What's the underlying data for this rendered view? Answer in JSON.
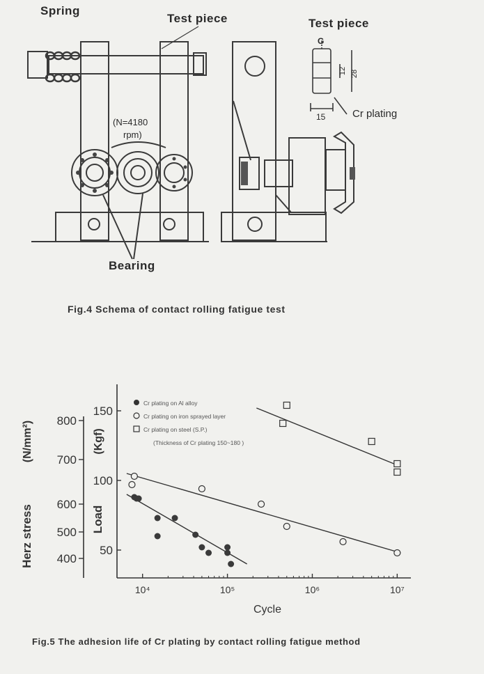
{
  "figure4": {
    "spring_label": "Spring",
    "test_piece_label": "Test piece",
    "test_piece_detail_label": "Test piece",
    "speed_label_line1": "(N=4180",
    "speed_label_line2": "rpm)",
    "bearing_label": "Bearing",
    "detail": {
      "g_label": "G",
      "dim_12": "12",
      "dim_28": "28",
      "dim_15": "15",
      "cr_plating_label": "Cr plating"
    },
    "caption": "Fig.4   Schema of contact rolling fatigue test"
  },
  "figure5": {
    "caption": "Fig.5   The adhesion life of Cr plating by contact rolling fatigue method"
  },
  "chart_data": {
    "type": "scatter",
    "x_scale": "log",
    "xlim": [
      5000,
      12000000
    ],
    "ylim": [
      30,
      165
    ],
    "xlabel": "Cycle",
    "ylabel": "Load",
    "ylabel_unit": "(Kgf)",
    "y2label": "Herz stress",
    "y2label_unit": "(N/mm²)",
    "x_ticks": [
      {
        "value": 10000,
        "label": "10⁴"
      },
      {
        "value": 100000,
        "label": "10⁵"
      },
      {
        "value": 1000000,
        "label": "10⁶"
      },
      {
        "value": 10000000,
        "label": "10⁷"
      }
    ],
    "y_ticks": [
      50,
      100,
      150
    ],
    "y2_ticks": [
      {
        "label": "400",
        "load": 44
      },
      {
        "label": "500",
        "load": 63
      },
      {
        "label": "600",
        "load": 83
      },
      {
        "label": "700",
        "load": 115
      },
      {
        "label": "800",
        "load": 143
      }
    ],
    "legend": {
      "placement": "top-left",
      "entries": [
        "Cr plating on Al alloy",
        "Cr plating on iron sprayed layer",
        "Cr plating on steel (S.P.)",
        "(Thickness of Cr plating 150~180 )"
      ]
    },
    "series": [
      {
        "marker": "filled-circle",
        "points": [
          [
            8000,
            88
          ],
          [
            8500,
            87
          ],
          [
            9000,
            87
          ],
          [
            15000,
            73
          ],
          [
            15000,
            60
          ],
          [
            24000,
            73
          ],
          [
            42000,
            61
          ],
          [
            50000,
            52
          ],
          [
            60000,
            48
          ],
          [
            100000,
            52
          ],
          [
            100000,
            48
          ],
          [
            110000,
            40
          ]
        ],
        "fit": [
          [
            6500,
            90
          ],
          [
            170000,
            40
          ]
        ]
      },
      {
        "marker": "open-circle",
        "points": [
          [
            8000,
            103
          ],
          [
            7500,
            97
          ],
          [
            50000,
            94
          ],
          [
            250000,
            83
          ],
          [
            500000,
            67
          ],
          [
            2300000,
            56
          ],
          [
            10000000,
            48
          ]
        ],
        "fit": [
          [
            6500,
            105
          ],
          [
            11000000,
            48
          ]
        ]
      },
      {
        "marker": "open-square",
        "points": [
          [
            500000,
            154
          ],
          [
            450000,
            141
          ],
          [
            5000000,
            128
          ],
          [
            10000000,
            112
          ],
          [
            10000000,
            106
          ]
        ],
        "fit": [
          [
            220000,
            152
          ],
          [
            11000000,
            110
          ]
        ]
      }
    ]
  }
}
